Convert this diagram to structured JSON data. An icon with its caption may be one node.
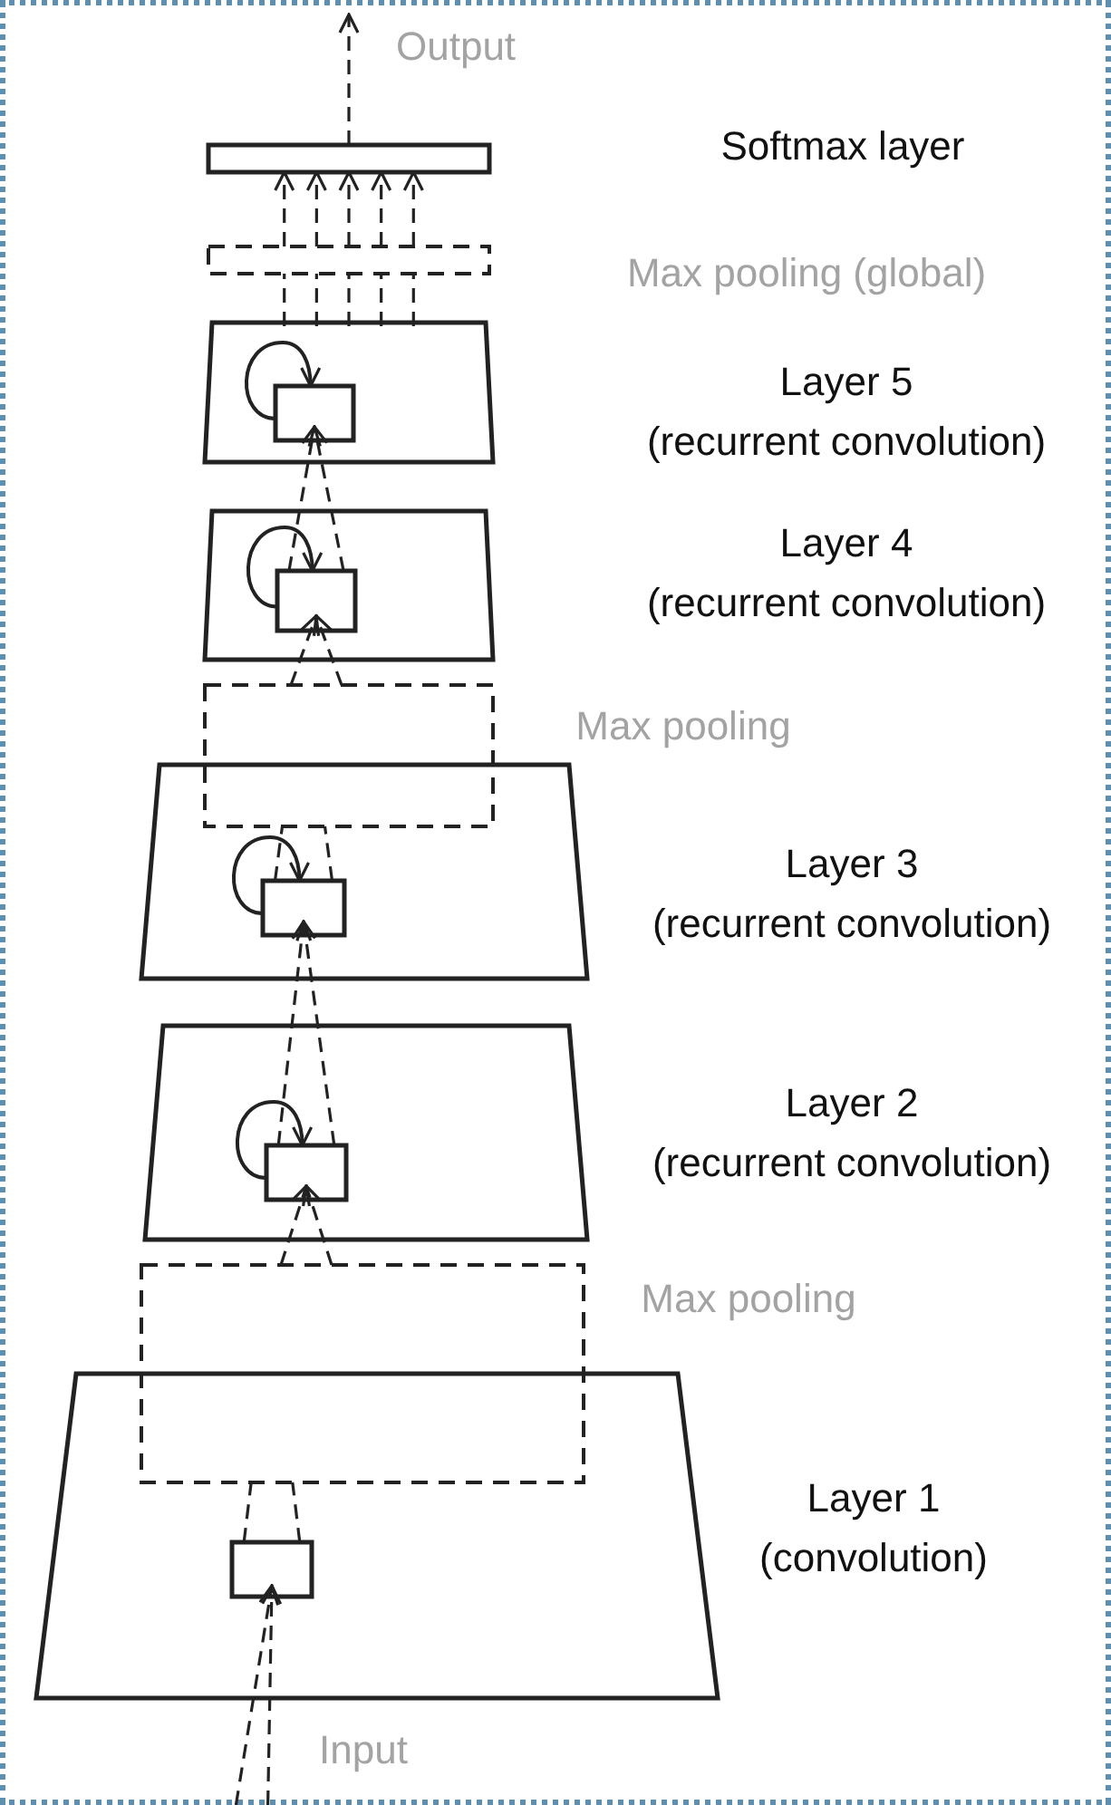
{
  "diagram": {
    "nodes": [
      {
        "text": [],
        "shape": "bar"
      },
      {
        "text": [],
        "shape": "box",
        "beside": [
          "Max pooling (global)"
        ]
      },
      {
        "text": [],
        "shape": "trapezoid",
        "beside": [
          "Layer 5",
          "(recurrent convolution)"
        ]
      },
      {
        "text": [],
        "shape": "box",
        "in": 2
      },
      {
        "text": [],
        "shape": "trapezoid",
        "beside": [
          "Layer 4",
          "(recurrent convolution)"
        ]
      },
      {
        "text": [],
        "shape": "box",
        "in": 4
      },
      {
        "text": [],
        "shape": "box",
        "beside": [
          "Max pooling"
        ]
      },
      {
        "text": [],
        "shape": "trapezoid",
        "beside": [
          "Layer 3",
          "(recurrent convolution)"
        ]
      },
      {
        "text": [],
        "shape": "box",
        "in": 7
      },
      {
        "text": [],
        "shape": "trapezoid",
        "beside": [
          "Layer 2",
          "(recurrent convolution)"
        ]
      },
      {
        "text": [],
        "shape": "box",
        "in": 9
      },
      {
        "text": [],
        "shape": "box",
        "beside": [
          "Max pooling"
        ]
      },
      {
        "text": [],
        "shape": "trapezoid",
        "beside": [
          "Layer 1",
          "(convolution)"
        ]
      },
      {
        "text": [],
        "shape": "box",
        "in": 12
      }
    ],
    "edges": [
      {
        "from": 0,
        "to": null,
        "arrow": "to",
        "style": "dashed",
        "label": "Output"
      },
      {
        "from": 2,
        "to": 1,
        "arrow": "none",
        "style": "dashed"
      },
      {
        "from": 2,
        "to": 1,
        "arrow": "none",
        "style": "dashed"
      },
      {
        "from": 2,
        "to": 1,
        "arrow": "none",
        "style": "dashed"
      },
      {
        "from": 2,
        "to": 1,
        "arrow": "none",
        "style": "dashed"
      },
      {
        "from": 2,
        "to": 1,
        "arrow": "none",
        "style": "dashed"
      },
      {
        "from": 1,
        "to": 0,
        "arrow": "to",
        "style": "dashed"
      },
      {
        "from": 1,
        "to": 0,
        "arrow": "to",
        "style": "dashed"
      },
      {
        "from": 1,
        "to": 0,
        "arrow": "to",
        "style": "dashed"
      },
      {
        "from": 1,
        "to": 0,
        "arrow": "to",
        "style": "dashed"
      },
      {
        "from": 1,
        "to": 0,
        "arrow": "to",
        "style": "dashed"
      },
      {
        "from": 3,
        "to": 3,
        "arrow": "to"
      },
      {
        "from": 5,
        "to": 3,
        "arrow": "to",
        "style": "dashed"
      },
      {
        "from": 5,
        "to": 3,
        "arrow": "to",
        "style": "dashed"
      },
      {
        "from": 5,
        "to": 5,
        "arrow": "to"
      },
      {
        "from": 8,
        "to": 6,
        "arrow": "none",
        "style": "dashed"
      },
      {
        "from": 8,
        "to": 6,
        "arrow": "none",
        "style": "dashed"
      },
      {
        "from": 6,
        "to": 5,
        "arrow": "to",
        "style": "dashed"
      },
      {
        "from": 6,
        "to": 5,
        "arrow": "to",
        "style": "dashed"
      },
      {
        "from": 8,
        "to": 8,
        "arrow": "to"
      },
      {
        "from": 10,
        "to": 8,
        "arrow": "to",
        "style": "dashed"
      },
      {
        "from": 10,
        "to": 8,
        "arrow": "to",
        "style": "dashed"
      },
      {
        "from": 10,
        "to": 10,
        "arrow": "to"
      },
      {
        "from": 13,
        "to": 11,
        "arrow": "none",
        "style": "dashed"
      },
      {
        "from": 13,
        "to": 11,
        "arrow": "none",
        "style": "dashed"
      },
      {
        "from": 11,
        "to": 10,
        "arrow": "to",
        "style": "dashed"
      },
      {
        "from": 11,
        "to": 10,
        "arrow": "to",
        "style": "dashed"
      },
      {
        "from": null,
        "to": 13,
        "arrow": "to",
        "style": "dashed",
        "label": "Input"
      },
      {
        "from": null,
        "to": 13,
        "arrow": "to",
        "style": "dashed"
      }
    ],
    "labels": [
      "Softmax layer"
    ]
  }
}
